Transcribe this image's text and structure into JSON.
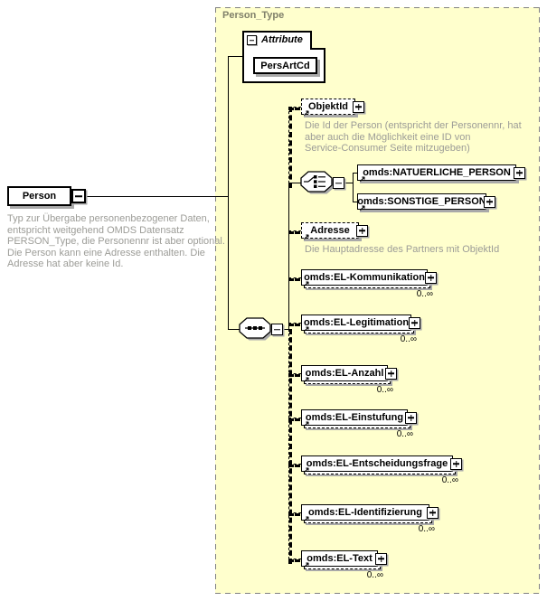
{
  "diagram": {
    "title": "Person_Type",
    "icons": {
      "reference": "↗"
    },
    "colors": {
      "container_bg": "#FFFFCD",
      "container_border": "#808080",
      "container_title": "#80806A",
      "annotation_text": "#9C9C97",
      "node_border": "#000000",
      "shadow": "#A9A9A9"
    },
    "root": {
      "label": "Person",
      "annotation_lines": [
        "Typ zur Übergabe personenbezogener Daten,",
        "entspricht weitgehend OMDS Datensatz",
        "PERSON_Type, die Personennr ist aber optional.",
        "Die Person kann eine Adresse enthalten. Die",
        "Adresse hat aber keine Id."
      ]
    },
    "attribute_group": {
      "label": "Attribute",
      "attributes": [
        {
          "name": "PersArtCd"
        }
      ]
    },
    "sequence_children": {
      "objektid": {
        "label": "ObjektId",
        "cardinality": "",
        "annotation_lines": [
          "Die Id der Person (entspricht der Personennr, hat",
          "aber auch die Möglichkeit eine ID von",
          "Service-Consumer Seite mitzugeben)"
        ]
      },
      "adresse": {
        "label": "Adresse",
        "cardinality": "",
        "annotation_lines": [
          "Die Hauptadresse des Partners mit ObjektId"
        ]
      },
      "el_kommunikation": {
        "label": "omds:EL-Kommunikation",
        "cardinality": "0..∞"
      },
      "el_legitimation": {
        "label": "omds:EL-Legitimation",
        "cardinality": "0..∞"
      },
      "el_anzahl": {
        "label": "omds:EL-Anzahl",
        "cardinality": "0..∞"
      },
      "el_einstufung": {
        "label": "omds:EL-Einstufung",
        "cardinality": "0..∞"
      },
      "el_entscheidungsfrage": {
        "label": "omds:EL-Entscheidungsfrage",
        "cardinality": "0..∞"
      },
      "el_identifizierung": {
        "label": "omds:EL-Identifizierung",
        "cardinality": "0..∞"
      },
      "el_text": {
        "label": "omds:EL-Text",
        "cardinality": "0..∞"
      }
    },
    "choice_children": {
      "natuerliche_person": {
        "label": "omds:NATUERLICHE_PERSON"
      },
      "sonstige_person": {
        "label": "omds:SONSTIGE_PERSON"
      }
    }
  }
}
